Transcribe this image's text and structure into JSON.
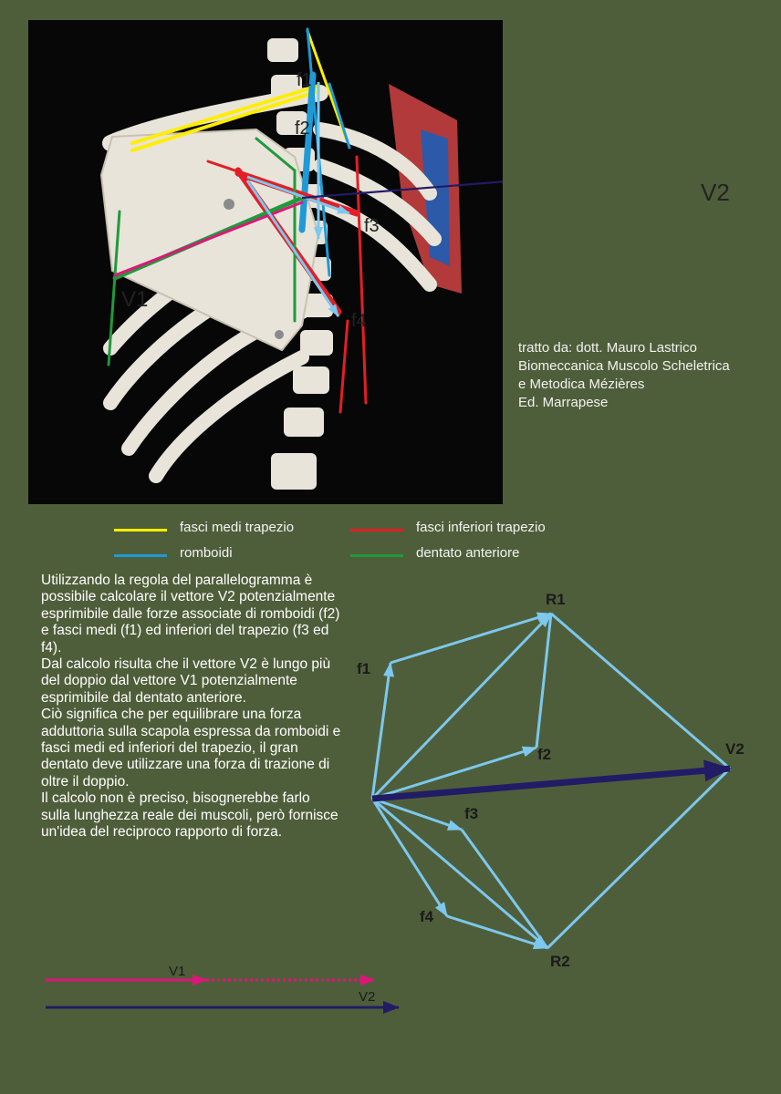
{
  "credit": {
    "text": "tratto da: dott. Mauro Lastrico\nBiomeccanica Muscolo Scheletrica\ne Metodica Mézières\nEd. Marrapese"
  },
  "photo_labels": {
    "f1": "f1",
    "f2": "f2",
    "f3": "f3",
    "f4": "f4",
    "v1": "V1",
    "v2": "V2"
  },
  "legend": [
    {
      "label": "fasci medi trapezio",
      "color": "#ffee00"
    },
    {
      "label": "fasci inferiori trapezio",
      "color": "#e21f26"
    },
    {
      "label": "romboidi",
      "color": "#1e9ad6"
    },
    {
      "label": "dentato anteriore",
      "color": "#1f9a3b"
    }
  ],
  "explanation": [
    "Utilizzando la regola del parallelogramma è possibile calcolare il vettore V2 potenzialmente esprimibile dalle forze associate di romboidi (f2) e fasci medi (f1) ed inferiori del trapezio (f3 ed f4).",
    "Dal calcolo risulta che il vettore V2 è lungo più del doppio dal vettore V1 potenzialmente esprimibile dal dentato anteriore.",
    "Ciò significa che per equilibrare una forza adduttoria sulla scapola espressa da romboidi e fasci medi ed inferiori del trapezio, il gran dentato deve utilizzare una forza di trazione di oltre il doppio.",
    "Il calcolo non è preciso, bisognerebbe farlo sulla lunghezza reale dei muscoli, però fornisce un'idea del reciproco rapporto di forza."
  ],
  "diagram": {
    "labels": {
      "f1": "f1",
      "f2": "f2",
      "f3": "f3",
      "f4": "f4",
      "r1": "R1",
      "r2": "R2",
      "v2": "V2"
    },
    "colors": {
      "force": "#7cc8ee",
      "resultant": "#221b66"
    }
  },
  "comparison": {
    "v1_label": "V1",
    "v2_label": "V2",
    "v1_color": "#e0157a",
    "v2_color": "#221b66"
  }
}
